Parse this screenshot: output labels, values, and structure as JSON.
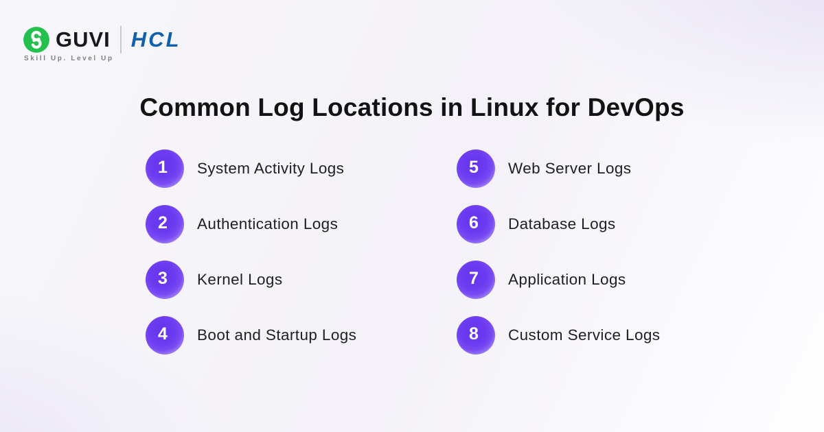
{
  "brand": {
    "guvi_name": "GUVI",
    "hcl_name": "HCL",
    "tagline": "Skill Up. Level Up",
    "guvi_green": "#24C04D",
    "hcl_blue": "#1160AC"
  },
  "title": "Common Log Locations in Linux for DevOps",
  "accent_color": "#6B3BF0",
  "items": [
    {
      "number": "1",
      "label": "System Activity Logs"
    },
    {
      "number": "2",
      "label": "Authentication Logs"
    },
    {
      "number": "3",
      "label": "Kernel Logs"
    },
    {
      "number": "4",
      "label": "Boot and Startup Logs"
    },
    {
      "number": "5",
      "label": "Web Server Logs"
    },
    {
      "number": "6",
      "label": "Database Logs"
    },
    {
      "number": "7",
      "label": "Application Logs"
    },
    {
      "number": "8",
      "label": "Custom Service Logs"
    }
  ]
}
